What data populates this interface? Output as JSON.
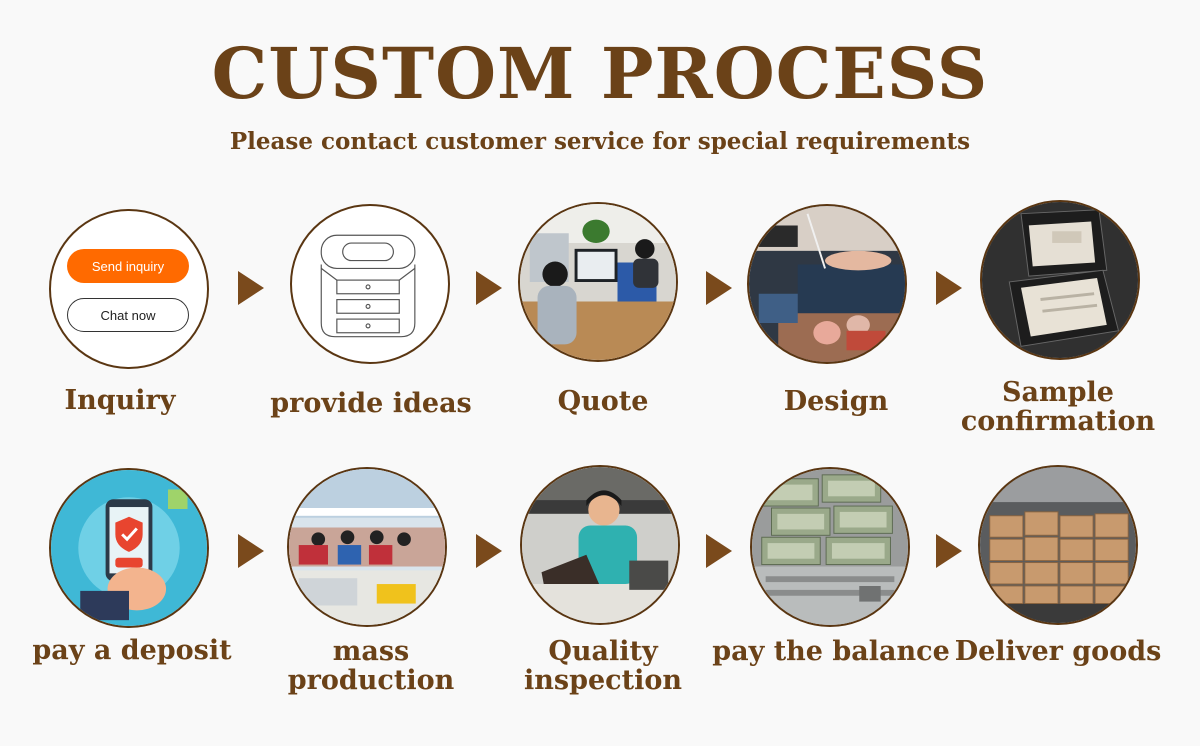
{
  "header": {
    "title": "CUSTOM PROCESS",
    "subtitle": "Please contact customer service for special requirements"
  },
  "inquiry_card": {
    "send_label": "Send inquiry",
    "chat_label": "Chat now"
  },
  "steps": [
    {
      "label": "Inquiry",
      "icon": "inquiry-buttons-icon"
    },
    {
      "label": "provide ideas",
      "icon": "sketch-box-icon"
    },
    {
      "label": "Quote",
      "icon": "office-worker-icon"
    },
    {
      "label": "Design",
      "icon": "leather-design-icon"
    },
    {
      "label": "Sample confirmation",
      "icon": "sample-case-icon"
    },
    {
      "label": "pay a deposit",
      "icon": "phone-payment-icon"
    },
    {
      "label": "mass production",
      "icon": "factory-line-icon"
    },
    {
      "label": "Quality inspection",
      "icon": "inspection-worker-icon"
    },
    {
      "label": "pay the balance",
      "icon": "money-case-icon"
    },
    {
      "label": "Deliver goods",
      "icon": "cartons-truck-icon"
    }
  ],
  "colors": {
    "text_brown": "#6b4218",
    "arrow_brown": "#7a4a1c",
    "orange_button": "#ff6a00",
    "background": "#f9f9f9"
  }
}
